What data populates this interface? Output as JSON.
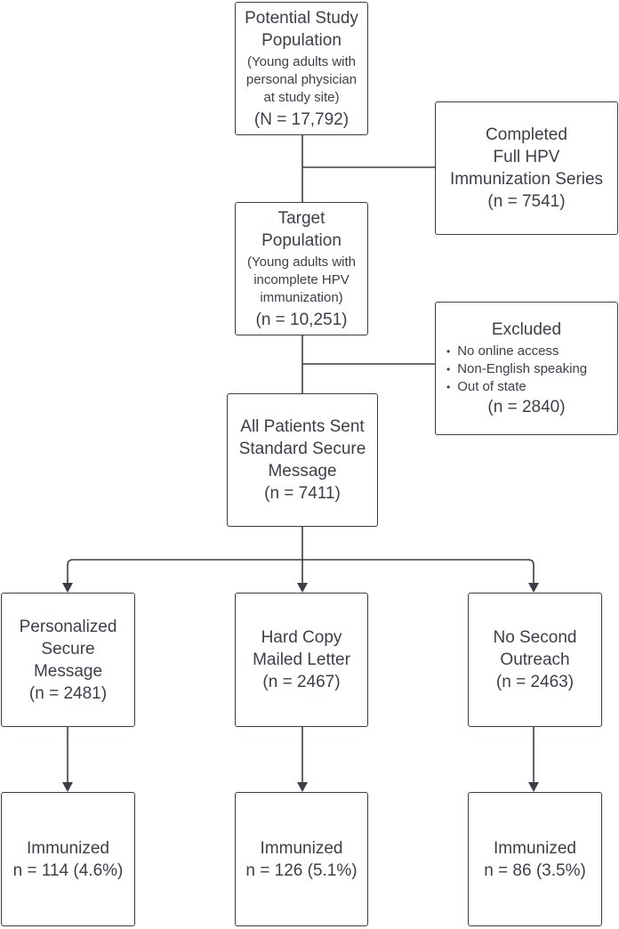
{
  "potential": {
    "title": "Potential Study Population",
    "note": "(Young adults with personal physician at study site)",
    "n": "(N = 17,792)"
  },
  "completed": {
    "title_line1": "Completed",
    "title_line2": "Full HPV",
    "title_line3": "Immunization Series",
    "n": "(n = 7541)"
  },
  "target": {
    "title": "Target Population",
    "note": "(Young adults with incomplete HPV immunization)",
    "n": "(n = 10,251)"
  },
  "excluded": {
    "title": "Excluded",
    "reasons": [
      "No online access",
      "Non-English speaking",
      "Out of state"
    ],
    "n": "(n = 2840)"
  },
  "all_sent": {
    "title": "All Patients Sent Standard Secure Message",
    "n": "(n = 7411)"
  },
  "arms": [
    {
      "title": "Personalized Secure Message",
      "n": "(n = 2481)",
      "result_title": "Immunized",
      "result": "n = 114 (4.6%)"
    },
    {
      "title": "Hard Copy Mailed Letter",
      "n": "(n = 2467)",
      "result_title": "Immunized",
      "result": "n = 126 (5.1%)"
    },
    {
      "title": "No Second Outreach",
      "n": "(n = 2463)",
      "result_title": "Immunized",
      "result": "n = 86 (3.5%)"
    }
  ],
  "colors": {
    "line": "#3a3d45",
    "text": "#3b3f4a"
  }
}
